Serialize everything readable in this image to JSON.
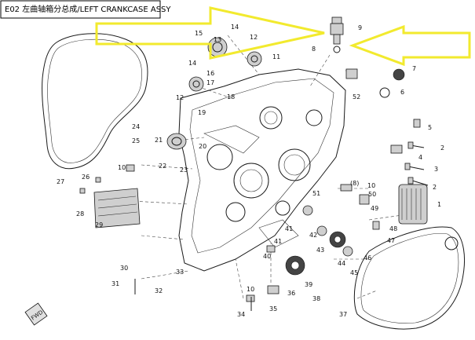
{
  "title": "E02 左曲轴箱分总成/LEFT CRANKCASE ASSY",
  "arrow_color": "#f2ea2e",
  "callouts": [
    {
      "id": "c1",
      "text": "1"
    },
    {
      "id": "c2a",
      "text": "2"
    },
    {
      "id": "c2b",
      "text": "2"
    },
    {
      "id": "c3",
      "text": "3"
    },
    {
      "id": "c4",
      "text": "4"
    },
    {
      "id": "c5",
      "text": "5"
    },
    {
      "id": "c6",
      "text": "6"
    },
    {
      "id": "c7",
      "text": "7"
    },
    {
      "id": "c8a",
      "text": "8"
    },
    {
      "id": "c8b",
      "text": "(8)"
    },
    {
      "id": "c9",
      "text": "9"
    },
    {
      "id": "c10a",
      "text": "10"
    },
    {
      "id": "c10b",
      "text": "10"
    },
    {
      "id": "c10c",
      "text": "10"
    },
    {
      "id": "c11",
      "text": "11"
    },
    {
      "id": "c12a",
      "text": "12"
    },
    {
      "id": "c12b",
      "text": "12"
    },
    {
      "id": "c13",
      "text": "13"
    },
    {
      "id": "c14a",
      "text": "14"
    },
    {
      "id": "c14b",
      "text": "14"
    },
    {
      "id": "c15",
      "text": "15"
    },
    {
      "id": "c16",
      "text": "16"
    },
    {
      "id": "c17",
      "text": "17"
    },
    {
      "id": "c18",
      "text": "18"
    },
    {
      "id": "c19",
      "text": "19"
    },
    {
      "id": "c20",
      "text": "20"
    },
    {
      "id": "c21",
      "text": "21"
    },
    {
      "id": "c22",
      "text": "22"
    },
    {
      "id": "c23",
      "text": "23"
    },
    {
      "id": "c24",
      "text": "24"
    },
    {
      "id": "c25",
      "text": "25"
    },
    {
      "id": "c26",
      "text": "26"
    },
    {
      "id": "c27",
      "text": "27"
    },
    {
      "id": "c28",
      "text": "28"
    },
    {
      "id": "c29",
      "text": "29"
    },
    {
      "id": "c30",
      "text": "30"
    },
    {
      "id": "c31",
      "text": "31"
    },
    {
      "id": "c32",
      "text": "32"
    },
    {
      "id": "c33",
      "text": "33"
    },
    {
      "id": "c34",
      "text": "34"
    },
    {
      "id": "c35",
      "text": "35"
    },
    {
      "id": "c36",
      "text": "36"
    },
    {
      "id": "c37",
      "text": "37"
    },
    {
      "id": "c38",
      "text": "38"
    },
    {
      "id": "c39",
      "text": "39"
    },
    {
      "id": "c40",
      "text": "40"
    },
    {
      "id": "c41a",
      "text": "41"
    },
    {
      "id": "c41b",
      "text": "41"
    },
    {
      "id": "c42",
      "text": "42"
    },
    {
      "id": "c43",
      "text": "43"
    },
    {
      "id": "c44",
      "text": "44"
    },
    {
      "id": "c45",
      "text": "45"
    },
    {
      "id": "c46",
      "text": "46"
    },
    {
      "id": "c47",
      "text": "47"
    },
    {
      "id": "c48",
      "text": "48"
    },
    {
      "id": "c49",
      "text": "49"
    },
    {
      "id": "c50",
      "text": "50"
    },
    {
      "id": "c51",
      "text": "51"
    },
    {
      "id": "c52",
      "text": "52"
    }
  ]
}
